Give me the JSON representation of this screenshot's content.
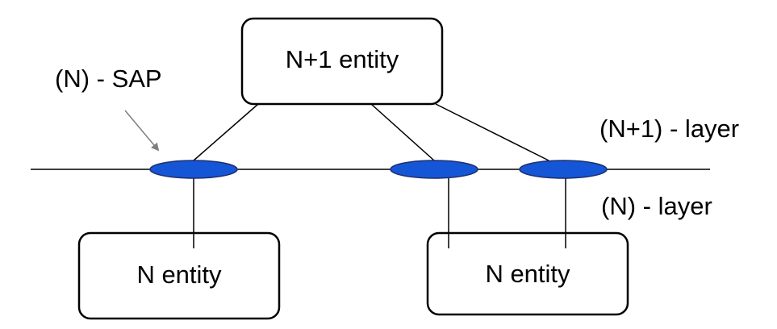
{
  "labels": {
    "top_entity": "N+1 entity",
    "left_entity": "N entity",
    "right_entity": "N entity",
    "sap": "(N) - SAP",
    "upper_layer": "(N+1) - layer",
    "lower_layer": "(N) - layer"
  },
  "colors": {
    "sap_fill": "#1556d6",
    "sap_stroke": "#1f2f6f",
    "line": "#000000",
    "pointer": "#7f7f7f"
  }
}
